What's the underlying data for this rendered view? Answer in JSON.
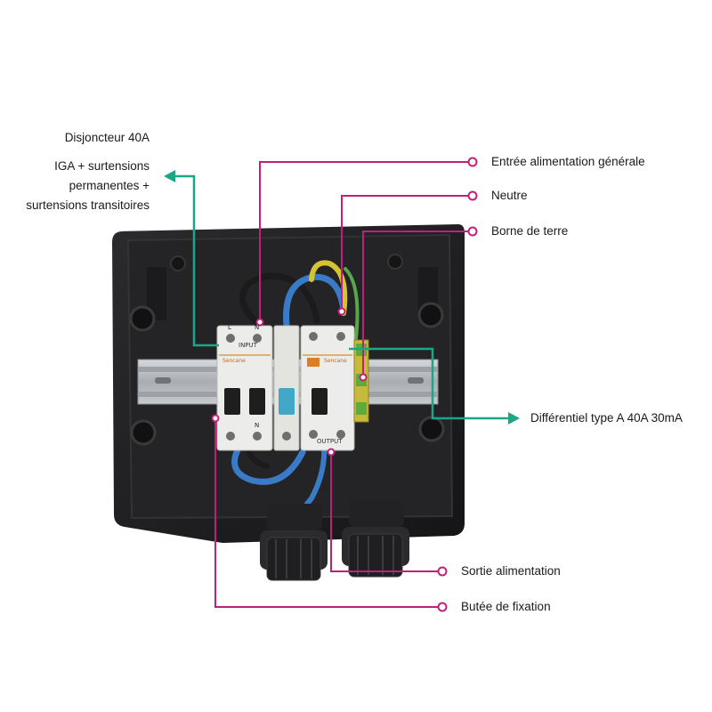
{
  "labels": {
    "disjoncteur": "Disjoncteur 40A",
    "iga_line1": "IGA + surtensions",
    "iga_line2": "permanentes +",
    "iga_line3": "surtensions transitoires",
    "entree": "Entrée alimentation générale",
    "neutre": "Neutre",
    "terre": "Borne de terre",
    "differentiel": "Différentiel type A 40A 30mA",
    "sortie": "Sortie alimentation",
    "butee": "Butée de fixation"
  },
  "device_text": {
    "input": "INPUT",
    "output": "OUTPUT",
    "brand": "Sencane",
    "terminal_l": "L",
    "terminal_n": "N",
    "terminal_n2": "N"
  },
  "colors": {
    "magenta": "#c0207a",
    "teal": "#1aa787",
    "enclosure": "#1e1e20",
    "din_rail": "#b9bcc0",
    "breaker": "#ececea"
  },
  "icons": {
    "enclosure": "electrical-box-photo",
    "gland": "cable-gland"
  }
}
